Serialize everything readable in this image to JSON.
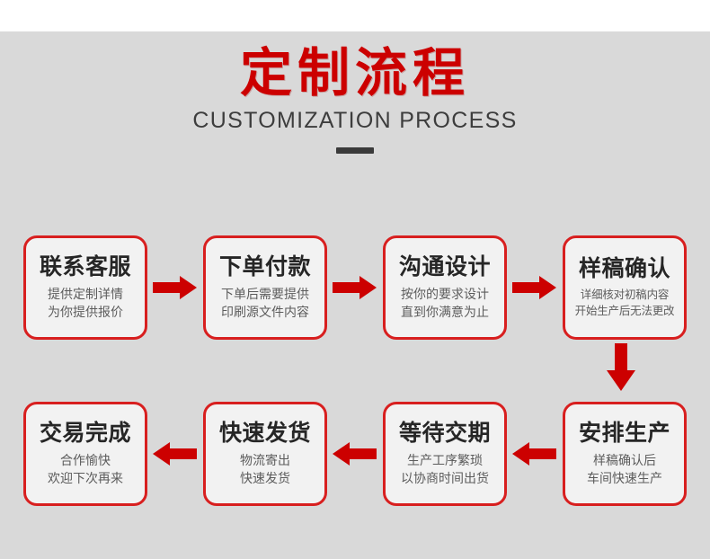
{
  "header": {
    "title_cn": "定制流程",
    "title_en": "CUSTOMIZATION PROCESS",
    "title_color": "#cc0000",
    "subtitle_color": "#3d3d3d",
    "divider_color": "#3a3a3a"
  },
  "theme": {
    "background": "#d9d9d9",
    "top_strip": "#ffffff",
    "box_fill": "#f2f2f2",
    "box_border": "#d81f1f",
    "arrow_color": "#cc0000",
    "step_title_color": "#262626",
    "step_text_color": "#5c5c5c"
  },
  "flow": {
    "row_top": {
      "steps": [
        {
          "title": "联系客服",
          "lines": [
            "提供定制详情",
            "为你提供报价"
          ],
          "compact": false
        },
        {
          "title": "下单付款",
          "lines": [
            "下单后需要提供",
            "印刷源文件内容"
          ],
          "compact": false
        },
        {
          "title": "沟通设计",
          "lines": [
            "按你的要求设计",
            "直到你满意为止"
          ],
          "compact": false
        },
        {
          "title": "样稿确认",
          "lines": [
            "详细核对初稿内容",
            "开始生产后无法更改"
          ],
          "compact": true
        }
      ],
      "arrow_direction": "right",
      "arrow_icon": "arrow-right-icon"
    },
    "connector": {
      "arrow_direction": "down",
      "arrow_icon": "arrow-down-icon"
    },
    "row_bottom": {
      "steps": [
        {
          "title": "交易完成",
          "lines": [
            "合作愉快",
            "欢迎下次再来"
          ],
          "compact": false
        },
        {
          "title": "快速发货",
          "lines": [
            "物流寄出",
            "快速发货"
          ],
          "compact": false
        },
        {
          "title": "等待交期",
          "lines": [
            "生产工序繁琐",
            "以协商时间出货"
          ],
          "compact": false
        },
        {
          "title": "安排生产",
          "lines": [
            "样稿确认后",
            "车间快速生产"
          ],
          "compact": false
        }
      ],
      "arrow_direction": "left",
      "arrow_icon": "arrow-left-icon"
    }
  }
}
